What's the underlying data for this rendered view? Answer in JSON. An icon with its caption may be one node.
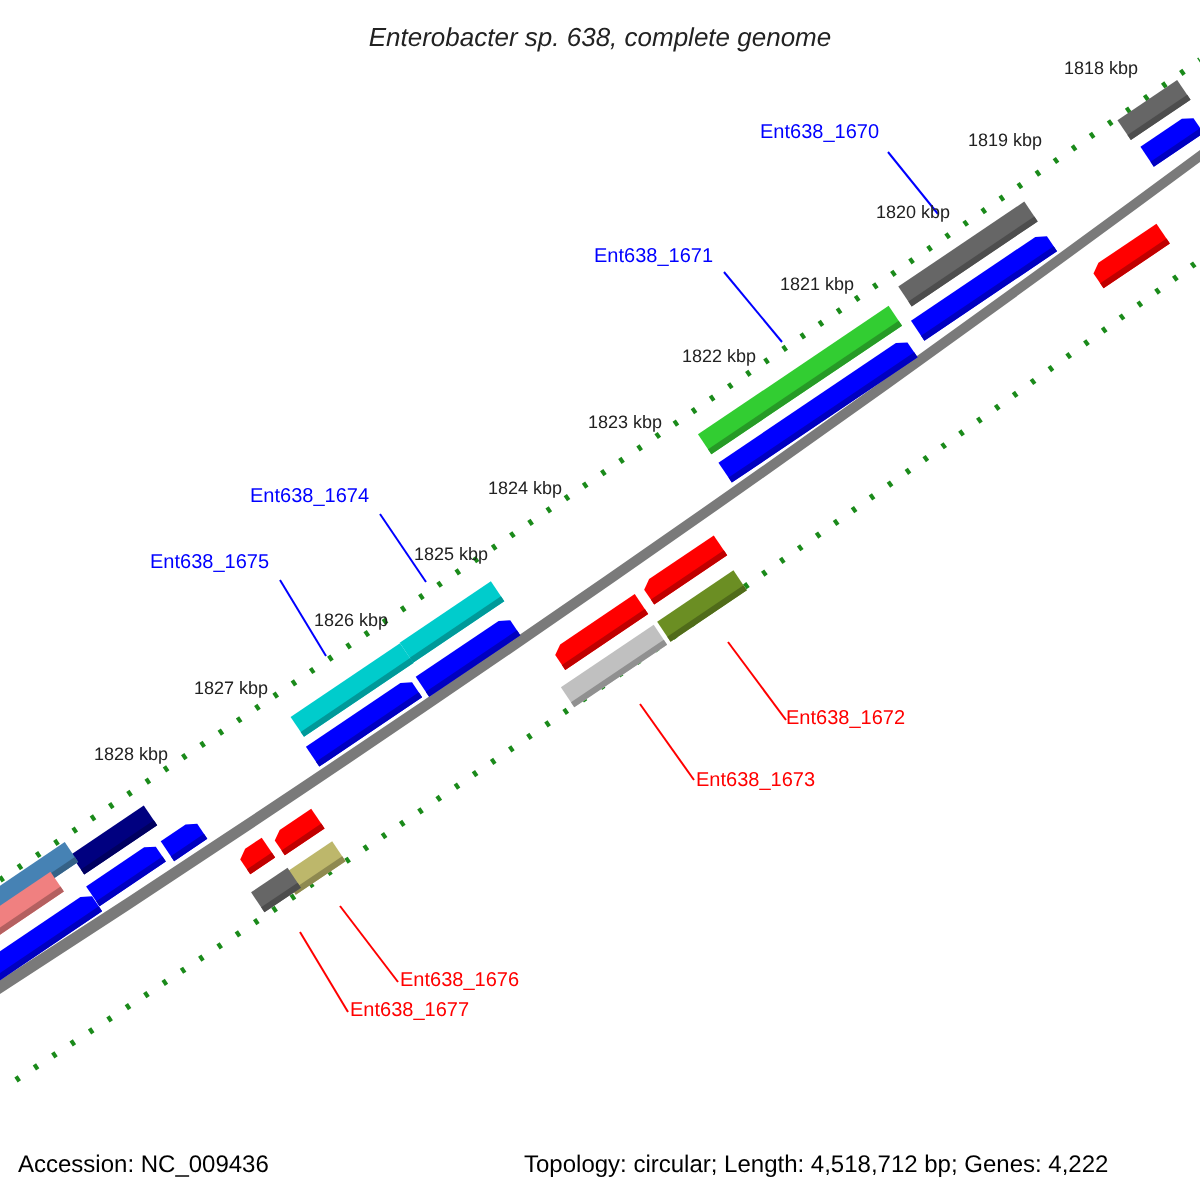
{
  "diagram": {
    "title": "Enterobacter sp. 638, complete genome",
    "nodes": [
      {
        "text": [
          "Ent638_1670"
        ]
      },
      {
        "text": [
          "Ent638_1671"
        ]
      },
      {
        "text": [
          "Ent638_1674"
        ]
      },
      {
        "text": [
          "Ent638_1675"
        ]
      },
      {
        "text": [
          "Ent638_1672"
        ]
      },
      {
        "text": [
          "Ent638_1673"
        ]
      },
      {
        "text": [
          "Ent638_1676"
        ]
      },
      {
        "text": [
          "Ent638_1677"
        ]
      },
      {
        "text": [],
        "shape": "bar"
      },
      {
        "text": [],
        "shape": "bar"
      },
      {
        "text": [],
        "shape": "bar"
      },
      {
        "text": [],
        "shape": "bar"
      },
      {
        "text": [],
        "shape": "bar"
      },
      {
        "text": [],
        "shape": "bar"
      },
      {
        "text": [],
        "shape": "bar"
      },
      {
        "text": [],
        "shape": "bar"
      }
    ],
    "edges": [
      {
        "from": 0,
        "to": 8,
        "arrow": "none",
        "color": "#0000ff"
      },
      {
        "from": 1,
        "to": 9,
        "arrow": "none",
        "color": "#0000ff"
      },
      {
        "from": 2,
        "to": 10,
        "arrow": "none",
        "color": "#0000ff"
      },
      {
        "from": 3,
        "to": 11,
        "arrow": "none",
        "color": "#0000ff"
      },
      {
        "from": 4,
        "to": 12,
        "arrow": "none",
        "color": "#ff0000"
      },
      {
        "from": 5,
        "to": 13,
        "arrow": "none",
        "color": "#ff0000"
      },
      {
        "from": 6,
        "to": 14,
        "arrow": "none",
        "color": "#ff0000"
      },
      {
        "from": 7,
        "to": 15,
        "arrow": "none",
        "color": "#ff0000"
      }
    ],
    "labels": [
      "1818 kbp",
      "1819 kbp",
      "1820 kbp",
      "1821 kbp",
      "1822 kbp",
      "1823 kbp",
      "1824 kbp",
      "1825 kbp",
      "1826 kbp",
      "1827 kbp",
      "1828 kbp",
      "Accession: NC_009436",
      "Topology: circular; Length: 4,518,712 bp; Genes: 4,222"
    ]
  }
}
